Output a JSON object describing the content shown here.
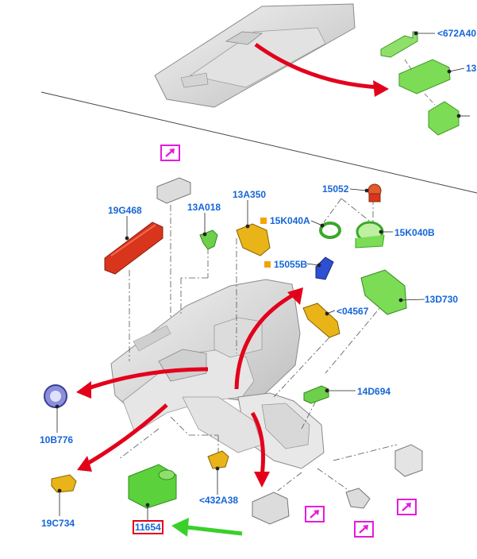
{
  "labels": {
    "l672a40": "<672A40",
    "l13_top": "13",
    "l19g468": "19G468",
    "l13a018": "13A018",
    "l13a350": "13A350",
    "l15052": "15052",
    "l15k040a": "15K040A",
    "l15k040b": "15K040B",
    "l15055b": "15055B",
    "l04567": "<04567",
    "l13d730": "13D730",
    "l14d694": "14D694",
    "l10b776": "10B776",
    "l19c734": "19C734",
    "l432a38": "<432A38",
    "l11654": "11654"
  },
  "reference_icons": [
    "arrow-up-right-icon",
    "arrow-up-right-icon",
    "arrow-up-right-icon",
    "arrow-up-right-icon",
    "arrow-up-right-icon"
  ],
  "colors": {
    "label_text": "#1565d8",
    "callout_arrow": "#e3001b",
    "highlight_arrow": "#39d02a",
    "highlight_box": "#e3001b",
    "reference_box": "#e61adc",
    "option_marker": "#f5a300",
    "part_green": "#5bd23b",
    "part_red": "#d9341c",
    "part_yellow": "#e9b417",
    "part_blue": "#2e4fd0"
  }
}
